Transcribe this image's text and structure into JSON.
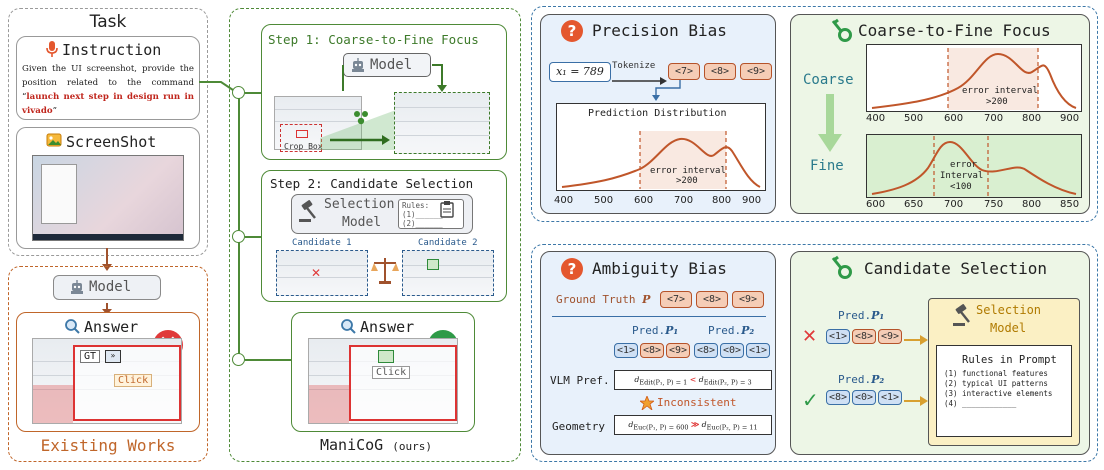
{
  "task": {
    "title": "Task",
    "instruction_title": "Instruction",
    "instruction_text": "Given the UI screenshot, provide the position related to the command “",
    "instruction_command": "launch next step in design run in vivado",
    "instruction_end": "”",
    "screenshot_title": "ScreenShot"
  },
  "existing": {
    "model_label": "Model",
    "answer_title": "Answer",
    "gt_label": "GT",
    "click_label": "Click",
    "footer": "Existing Works"
  },
  "manicog": {
    "step1_title": "Step 1: Coarse-to-Fine Focus",
    "model_label": "Model",
    "crop_label": "Crop Box",
    "step2_title": "Step 2: Candidate Selection",
    "selection_model_l1": "Selection",
    "selection_model_l2": "Model",
    "rules_label": "Rules:",
    "rule1": "(1)______",
    "rule2": "(2)______",
    "candidate1": "Candidate 1",
    "candidate2": "Candidate 2",
    "answer_title": "Answer",
    "click_label": "Click",
    "footer_name": "ManiCoG",
    "footer_ours": "(ours)"
  },
  "precision": {
    "title": "Precision Bias",
    "x_expr": "x₁ = 789",
    "tokenize_label": "Tokenize",
    "tokens": [
      "<7>",
      "<8>",
      "<9>"
    ],
    "dist_title": "Prediction Distribution",
    "error_interval": "error interval",
    "error_value": ">200",
    "ticks": [
      "400",
      "500",
      "600",
      "700",
      "800",
      "900"
    ]
  },
  "coarse_fine": {
    "title": "Coarse-to-Fine Focus",
    "coarse_label": "Coarse",
    "fine_label": "Fine",
    "coarse_error": "error interval",
    "coarse_value": ">200",
    "coarse_ticks": [
      "400",
      "500",
      "600",
      "700",
      "800",
      "900"
    ],
    "fine_error_l1": "error",
    "fine_error_l2": "Interval",
    "fine_value": "<100",
    "fine_ticks": [
      "600",
      "650",
      "700",
      "750",
      "800",
      "850"
    ]
  },
  "ambiguity": {
    "title": "Ambiguity Bias",
    "gt_label": "Ground Truth",
    "gt_var": "P",
    "gt_tokens": [
      "<7>",
      "<8>",
      "<9>"
    ],
    "pred1": "Pred.",
    "pred1_var": "P₁",
    "pred2": "Pred.",
    "pred2_var": "P₂",
    "p1_tokens": [
      "<1>",
      "<8>",
      "<9>"
    ],
    "p2_tokens": [
      "<8>",
      "<0>",
      "<1>"
    ],
    "vlm_label": "VLM Pref.",
    "vlm_formula_left": "d",
    "vlm_formula": "Edit(P₁, P) = 1",
    "vlm_lt": "<",
    "vlm_formula_right": "Edit(P₂, P) = 3",
    "inconsistent": "Inconsistent",
    "geom_label": "Geometry",
    "geom_formula": "Euc(P₁, P) = 600",
    "geom_gg": "≫",
    "geom_formula_right": "Euc(P₂, P) = 11"
  },
  "candidate": {
    "title": "Candidate Selection",
    "pred1": "Pred.",
    "pred1_var": "P₁",
    "pred2": "Pred.",
    "pred2_var": "P₂",
    "p1_tokens": [
      "<1>",
      "<8>",
      "<9>"
    ],
    "p2_tokens": [
      "<8>",
      "<0>",
      "<1>"
    ],
    "sel_l1": "Selection",
    "sel_l2": "Model",
    "rules_title": "Rules in Prompt",
    "rules": [
      "(1) functional features",
      "(2) typical UI patterns",
      "(3) interactive elements",
      "(4) ____________"
    ]
  },
  "colors": {
    "orange": "#c0662a",
    "green": "#4e8a37",
    "blue": "#3d78a8",
    "curve": "#c0562a",
    "red": "#e03a3a"
  },
  "chart_data": [
    {
      "type": "line",
      "title": "Prediction Distribution",
      "xlabel": "",
      "ylabel": "",
      "x": [
        400,
        500,
        600,
        700,
        800,
        900
      ],
      "xlim": [
        400,
        900
      ],
      "annotation": "error interval >200"
    },
    {
      "type": "line",
      "title": "",
      "xlabel": "",
      "ylabel": "",
      "x": [
        400,
        500,
        600,
        700,
        800,
        900
      ],
      "xlim": [
        400,
        900
      ],
      "annotation": "error interval >200"
    },
    {
      "type": "line",
      "title": "",
      "xlabel": "",
      "ylabel": "",
      "x": [
        600,
        650,
        700,
        750,
        800,
        850
      ],
      "xlim": [
        600,
        850
      ],
      "annotation": "error Interval <100"
    }
  ]
}
